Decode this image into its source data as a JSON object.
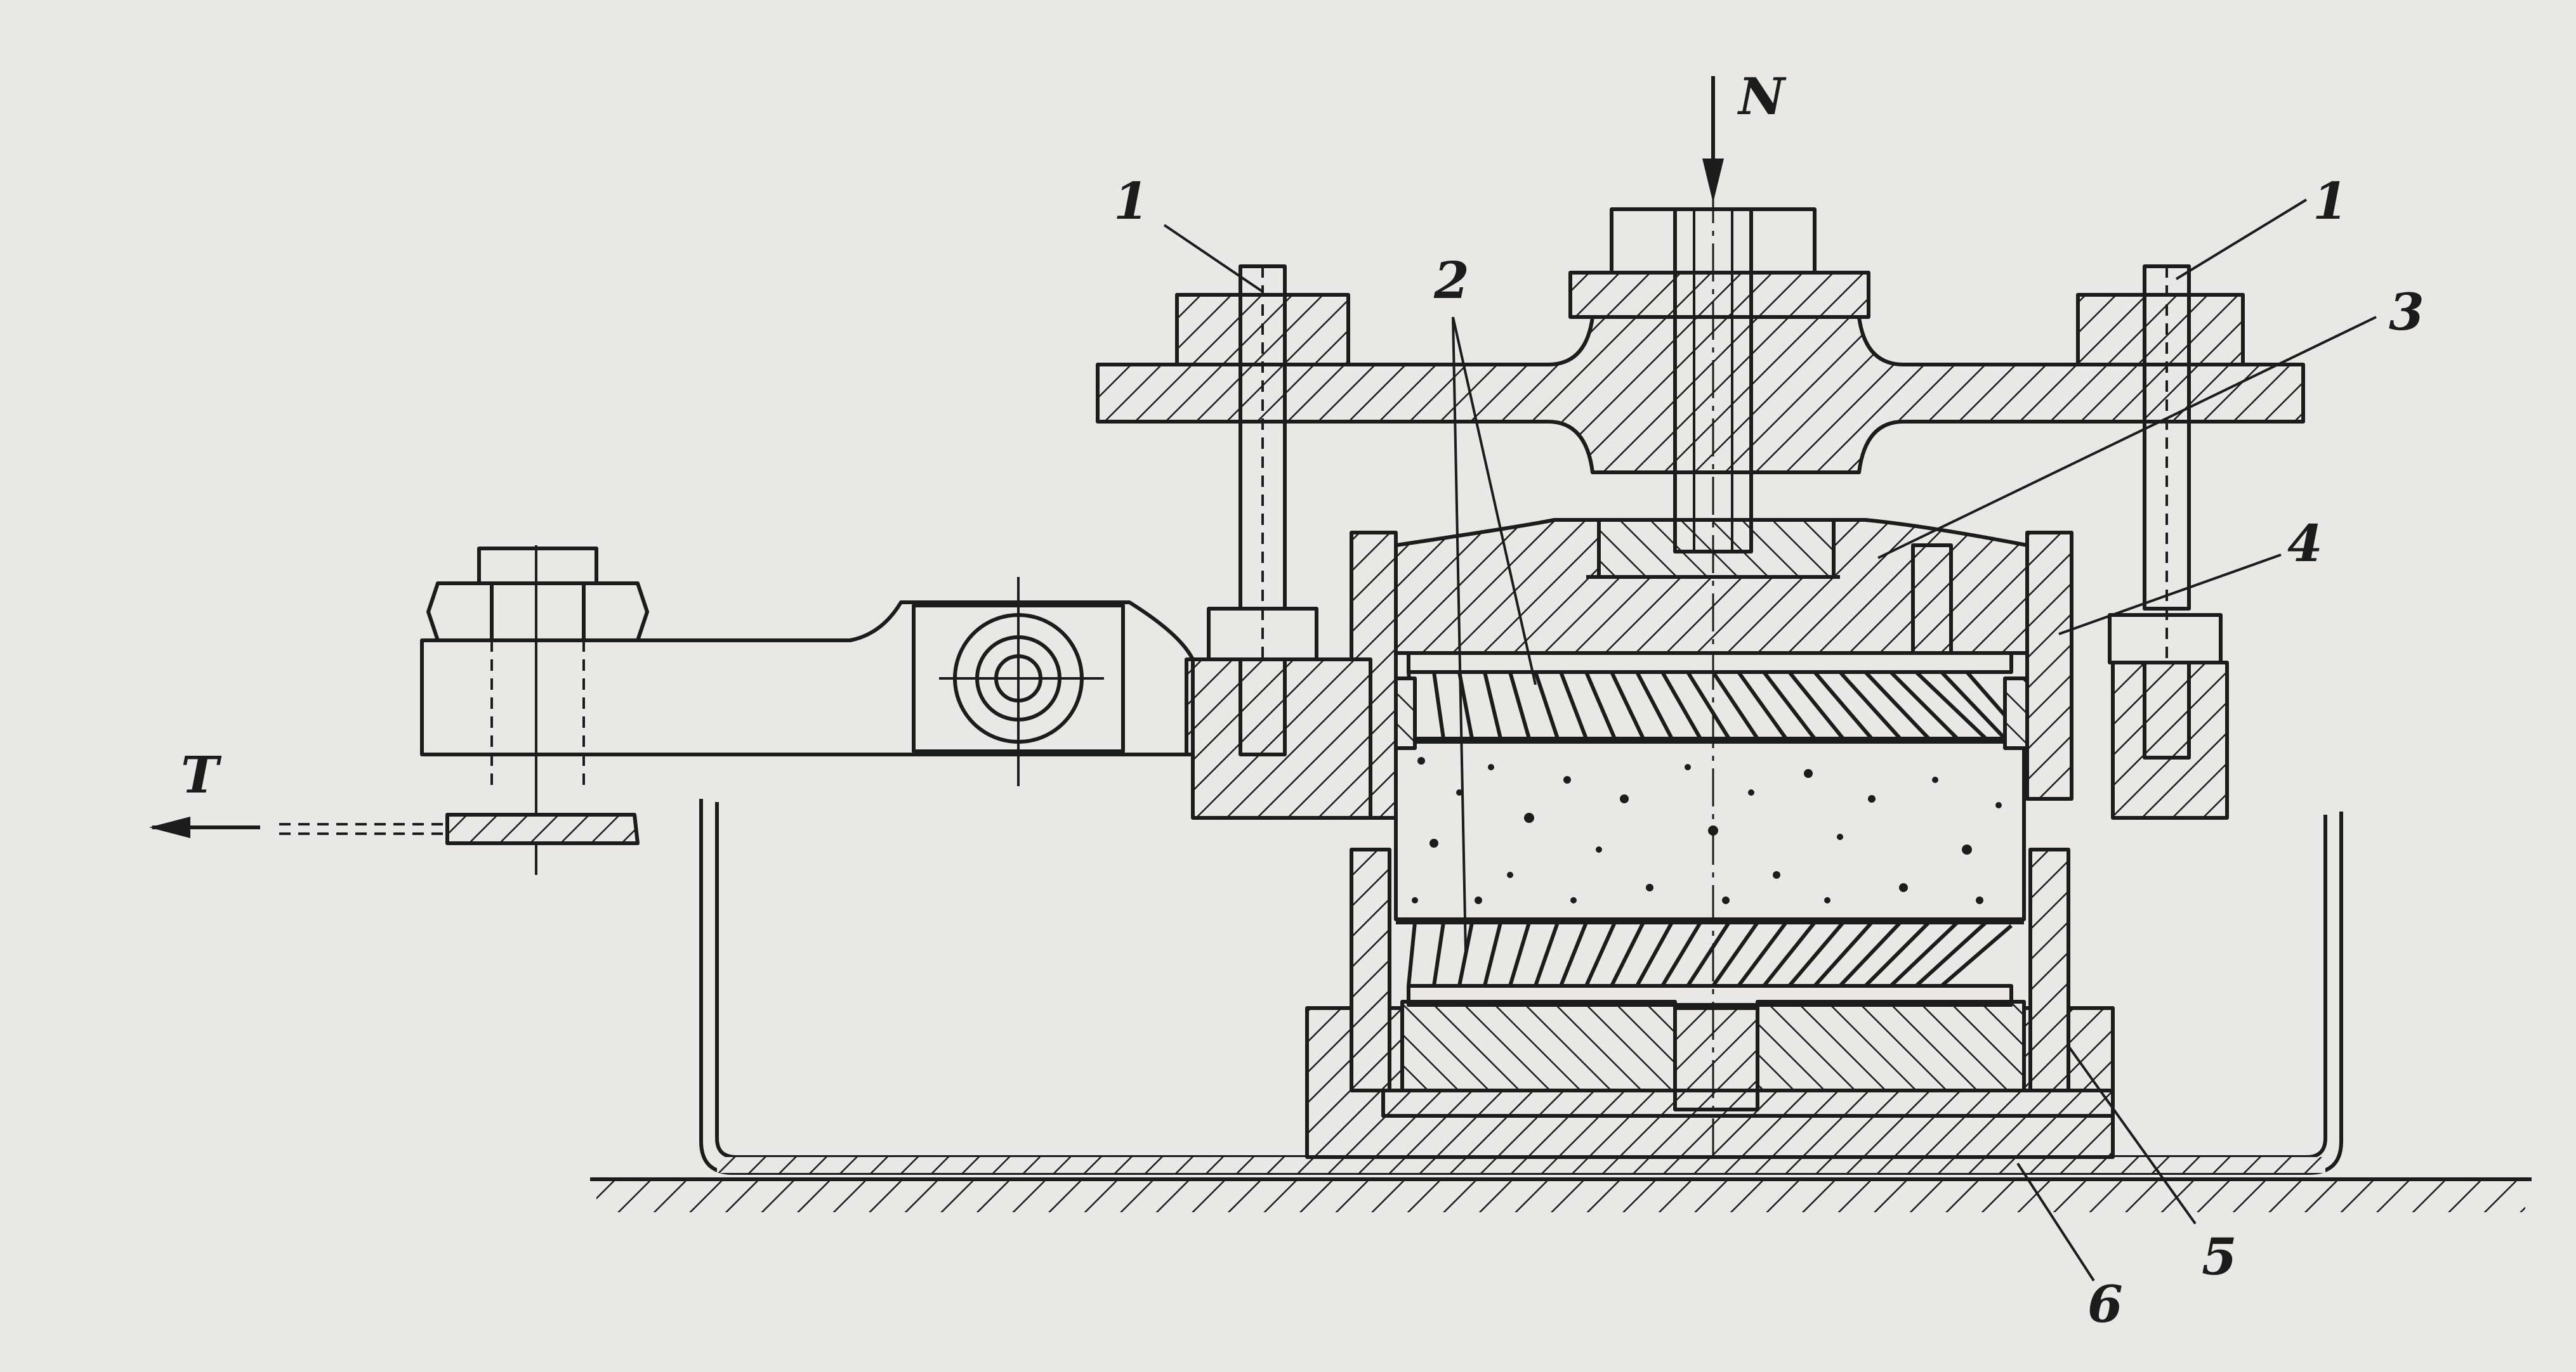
{
  "figure": {
    "labels": {
      "force_n": "N",
      "force_t": "T",
      "bolt_left": "1",
      "bolt_right": "1",
      "brush_elements": "2",
      "upper_holder": "3",
      "clamp_ring": "4",
      "base_plate": "5",
      "housing": "6"
    }
  }
}
